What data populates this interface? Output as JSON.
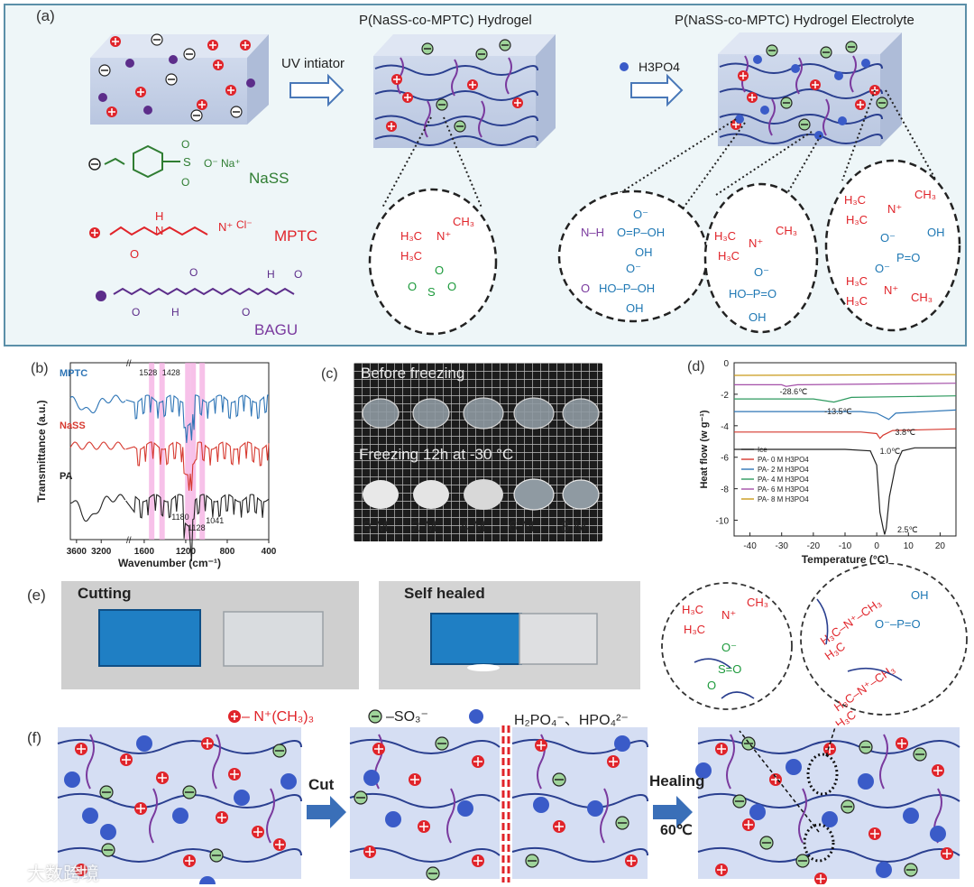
{
  "panels": {
    "a": {
      "label": "(a)",
      "hydrogel_title": "P(NaSS-co-MPTC) Hydrogel",
      "electrolyte_title": "P(NaSS-co-MPTC) Hydrogel Electrolyte",
      "arrow1_label": "UV intiator",
      "arrow2_label": "H3PO4",
      "monomers": [
        {
          "name": "NaSS",
          "color": "#2f7d32"
        },
        {
          "name": "MPTC",
          "color": "#e0242a"
        },
        {
          "name": "BAGU",
          "color": "#7a3a9e"
        }
      ],
      "nass_salt": "O⁻ Na⁺",
      "mptc_salt": "Cl⁻"
    },
    "b": {
      "label": "(b)",
      "series_labels": [
        "MPTC",
        "NaSS",
        "PA"
      ],
      "peak_labels": [
        "1528",
        "1428",
        "1180",
        "1128",
        "1041"
      ]
    },
    "c": {
      "label": "(c)",
      "top_caption": "Before freezing",
      "bottom_caption": "Freezing 12h at -30 °C",
      "concentrations": [
        "0 M",
        "2 M",
        "4 M",
        "6 M",
        "8 M"
      ]
    },
    "d": {
      "label": "(d)",
      "annotations": [
        "-28.6℃",
        "-13.5℃",
        "3.8℃",
        "1.0℃",
        "2.5℃"
      ],
      "legend": [
        "Ice",
        "PA- 0 M H3PO4",
        "PA- 2 M H3PO4",
        "PA- 4 M H3PO4",
        "PA- 6 M H3PO4",
        "PA- 8 M H3PO4"
      ]
    },
    "e": {
      "label": "(e)",
      "cutting": "Cutting",
      "self_healed": "Self healed"
    },
    "f": {
      "label": "(f)",
      "legend_cation": "– N⁺(CH₃)₃",
      "legend_anion": "–SO₃⁻",
      "legend_phosphate": "H₂PO₄⁻、HPO₄²⁻",
      "cut": "Cut",
      "healing": "Healing",
      "temperature": "60℃"
    }
  },
  "watermark": "大数跨境",
  "chart_data": [
    {
      "type": "line",
      "panel": "b",
      "xlabel": "Wavenumber (cm⁻¹)",
      "ylabel": "Transmittance  (a.u.)",
      "xlim": [
        3700,
        400
      ],
      "x_ticks": [
        3600,
        3200,
        1600,
        1200,
        800,
        400
      ],
      "x_tick_labels": [
        "3600",
        "3200",
        "1600",
        "1200",
        "800",
        "400"
      ],
      "axis_break": true,
      "series": [
        {
          "name": "MPTC",
          "color": "#2e75b6"
        },
        {
          "name": "NaSS",
          "color": "#d6392f"
        },
        {
          "name": "PA",
          "color": "#222222"
        }
      ],
      "highlight_bands": [
        1528,
        1428,
        1180,
        1128,
        1041
      ]
    },
    {
      "type": "line",
      "panel": "d",
      "xlabel": "Temperature (°C)",
      "ylabel": "Heat flow (w g⁻¹)",
      "xlim": [
        -45,
        25
      ],
      "ylim": [
        -11,
        0
      ],
      "x_ticks": [
        -40,
        -30,
        -20,
        -10,
        0,
        10,
        20
      ],
      "y_ticks": [
        0,
        -2,
        -4,
        -6,
        -8,
        -10
      ],
      "series": [
        {
          "name": "Ice",
          "color": "#222222",
          "x": [
            -45,
            -10,
            -2,
            0,
            1,
            2,
            2.5,
            3,
            4,
            6,
            8,
            12,
            25
          ],
          "y": [
            -5.5,
            -5.5,
            -5.6,
            -6.5,
            -9.5,
            -10.5,
            -10.9,
            -10.5,
            -8.5,
            -6.5,
            -5.6,
            -5.4,
            -5.4
          ]
        },
        {
          "name": "PA- 0 M H3PO4",
          "color": "#d6392f",
          "x": [
            -45,
            -5,
            0,
            1.0,
            2,
            5,
            25
          ],
          "y": [
            -4.4,
            -4.4,
            -4.5,
            -4.8,
            -4.6,
            -4.3,
            -4.2
          ]
        },
        {
          "name": "PA- 2 M H3PO4",
          "color": "#2e75b6",
          "x": [
            -45,
            -5,
            0,
            3.8,
            6,
            25
          ],
          "y": [
            -3.1,
            -3.1,
            -3.2,
            -3.6,
            -3.2,
            -3.0
          ]
        },
        {
          "name": "PA- 4 M H3PO4",
          "color": "#2e9a5f",
          "x": [
            -45,
            -20,
            -13.5,
            -8,
            25
          ],
          "y": [
            -2.3,
            -2.3,
            -2.5,
            -2.2,
            -2.1
          ]
        },
        {
          "name": "PA- 6 M H3PO4",
          "color": "#a44fa8",
          "x": [
            -45,
            -30,
            -28.6,
            -25,
            25
          ],
          "y": [
            -1.4,
            -1.4,
            -1.5,
            -1.4,
            -1.3
          ]
        },
        {
          "name": "PA- 8 M H3PO4",
          "color": "#c99a1a",
          "x": [
            -45,
            25
          ],
          "y": [
            -0.8,
            -0.75
          ]
        }
      ],
      "legend_position": "bottom-left"
    }
  ]
}
